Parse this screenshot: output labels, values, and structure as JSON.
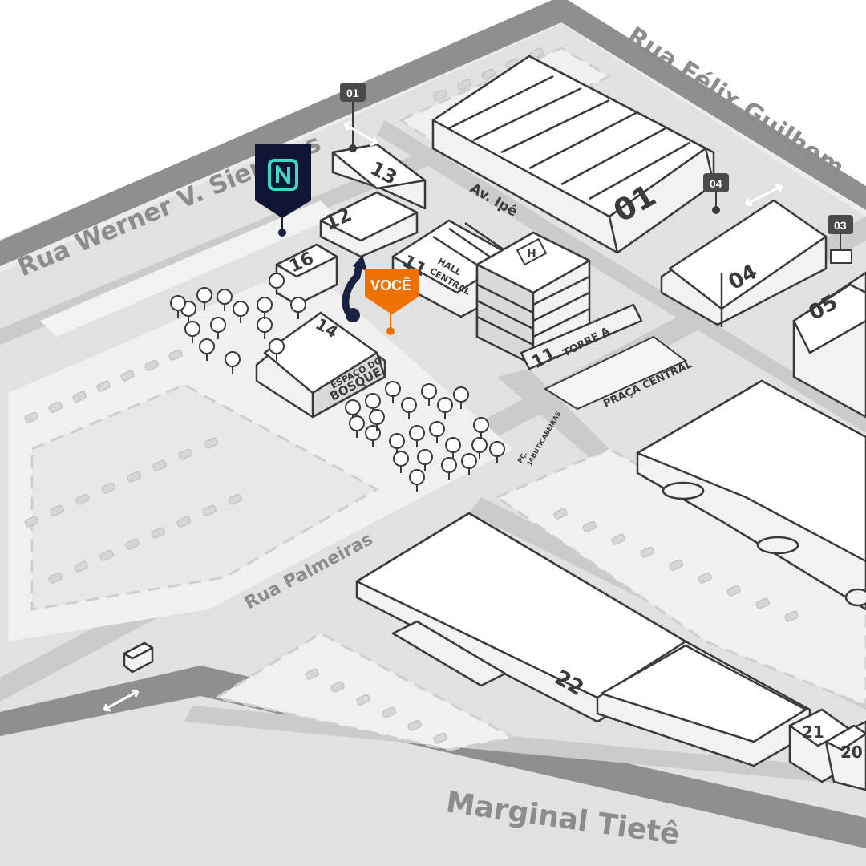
{
  "map": {
    "streets": {
      "werner": "Rua Werner V. Siemens",
      "felix": "Rua Félix Guilhem",
      "palmeiras": "Rua Palmeiras",
      "marginal": "Marginal Tietê",
      "ipe": "Av. Ipê"
    },
    "buildings": {
      "b01": "01",
      "b04": "04",
      "b05": "05",
      "b11a": "11",
      "b11b": "11",
      "b12": "12",
      "b13": "13",
      "b14": "14",
      "b16": "16",
      "b20": "20",
      "b21": "21",
      "b22": "22"
    },
    "labels": {
      "hall": "HALL",
      "central": "CENTRAL",
      "torre": "TORRE A",
      "praca": "PRAÇA CENTRAL",
      "espaco": "ESPAÇO DO",
      "bosque": "BOSQUE",
      "pc": "PÇ.",
      "jabuticabeiras": "JABUTICABEIRAS",
      "helipad": "H"
    },
    "gates": {
      "g01": "01",
      "g03": "03",
      "g04": "04"
    },
    "you_marker": "VOCÊ",
    "brand_marker_icon": "brand-n-logo",
    "colors": {
      "you": "#ee7203",
      "brand_bg": "#0f1634",
      "brand_accent": "#3fd6c4",
      "route": "#1a2244",
      "road": "#8f8f8f",
      "ground": "#e1e1e1",
      "lot": "#ececec"
    }
  }
}
